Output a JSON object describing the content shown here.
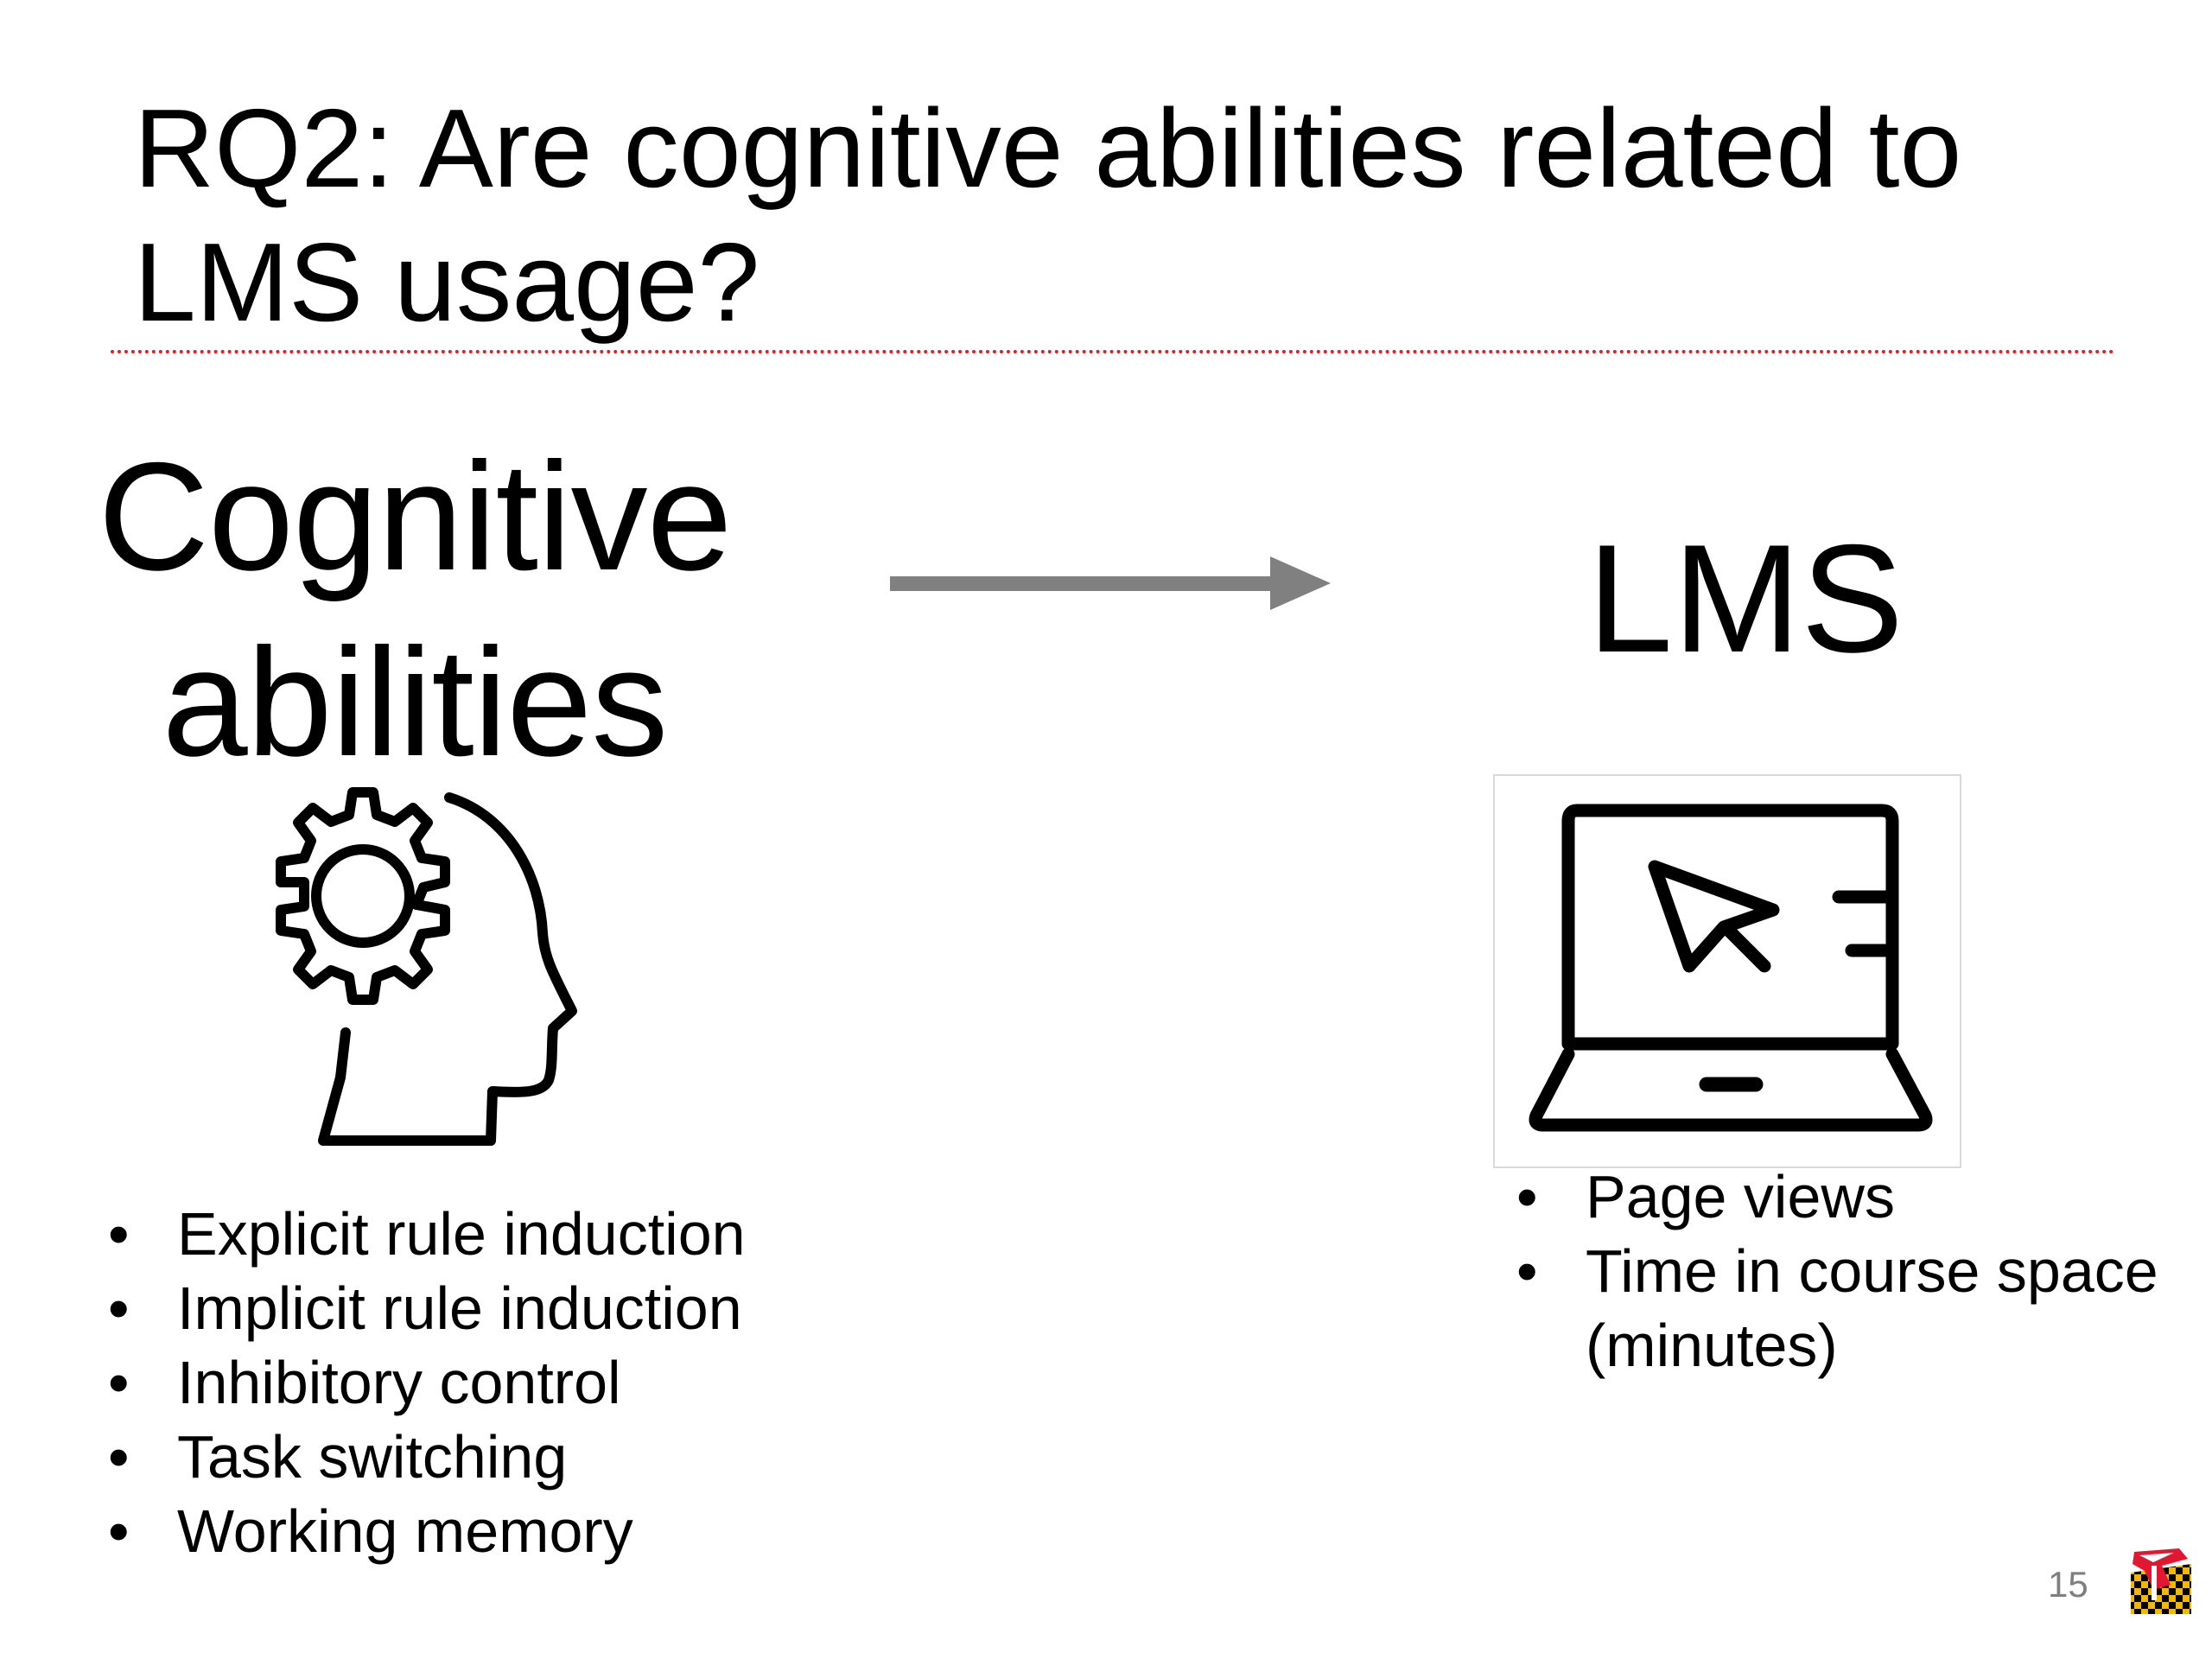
{
  "slide": {
    "title_lines": [
      "RQ2: Are cognitive abilities related to",
      "LMS usage?"
    ],
    "left": {
      "heading_lines": [
        "Cognitive",
        "abilities"
      ],
      "icon": "head-gear-icon",
      "bullets": [
        "Explicit rule induction",
        "Implicit rule induction",
        "Inhibitory control",
        "Task switching",
        "Working memory"
      ]
    },
    "arrow_icon": "arrow-right-icon",
    "right": {
      "heading": "LMS",
      "icon": "laptop-cursor-icon",
      "bullets": [
        "Page views",
        "Time in course space",
        "(minutes)"
      ]
    },
    "page_number": "15",
    "logo_icon": "maryland-flag-logo-icon"
  },
  "colors": {
    "divider": "#e31b23",
    "arrow": "#808080",
    "page_number": "#7f7f7f",
    "text": "#000000"
  }
}
